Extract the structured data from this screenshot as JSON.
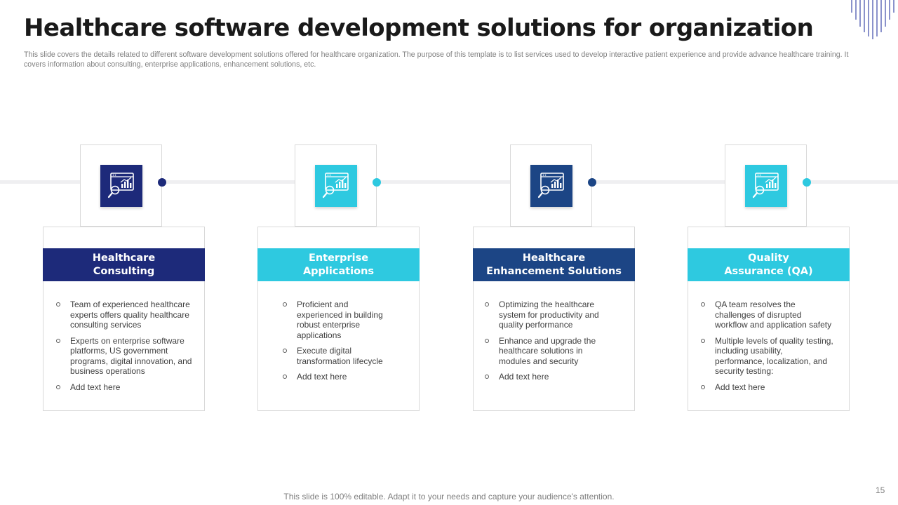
{
  "slide": {
    "title": "Healthcare software development solutions for organization",
    "subtitle": "This slide covers the details related to different software development solutions offered for healthcare organization. The purpose of this template is to list services used to develop interactive patient experience and provide advance healthcare training. It covers information about consulting, enterprise applications, enhancement solutions, etc.",
    "footer": "This slide is 100% editable. Adapt it to your needs and capture your audience's attention.",
    "page_number": "15"
  },
  "colors": {
    "navy": "#1d2a7a",
    "cyan": "#2ec9e0",
    "blue": "#1c4585",
    "timeline": "#efeff1"
  },
  "cards": [
    {
      "title": "Healthcare\nConsulting",
      "color": "#1d2a7a",
      "icon": "analytics-magnifier-icon",
      "bullets": [
        "Team of experienced healthcare experts offers quality healthcare consulting services",
        "Experts on enterprise software platforms, US government programs, digital innovation, and business operations",
        "Add text here"
      ]
    },
    {
      "title": "Enterprise\nApplications",
      "color": "#2ec9e0",
      "icon": "analytics-magnifier-icon",
      "bullets": [
        "Proficient and experienced in building robust enterprise applications",
        "Execute digital transformation lifecycle",
        "Add text here"
      ]
    },
    {
      "title": "Healthcare\nEnhancement Solutions",
      "color": "#1c4585",
      "icon": "analytics-magnifier-icon",
      "bullets": [
        "Optimizing the healthcare system for productivity and quality performance",
        "Enhance and upgrade the healthcare solutions in modules and security",
        "Add text here"
      ]
    },
    {
      "title": "Quality\nAssurance (QA)",
      "color": "#2ec9e0",
      "icon": "analytics-magnifier-icon",
      "bullets": [
        "QA team resolves the challenges of disrupted workflow and application safety",
        "Multiple levels of quality testing, including usability, performance, localization, and security testing:",
        "Add text here"
      ]
    }
  ]
}
